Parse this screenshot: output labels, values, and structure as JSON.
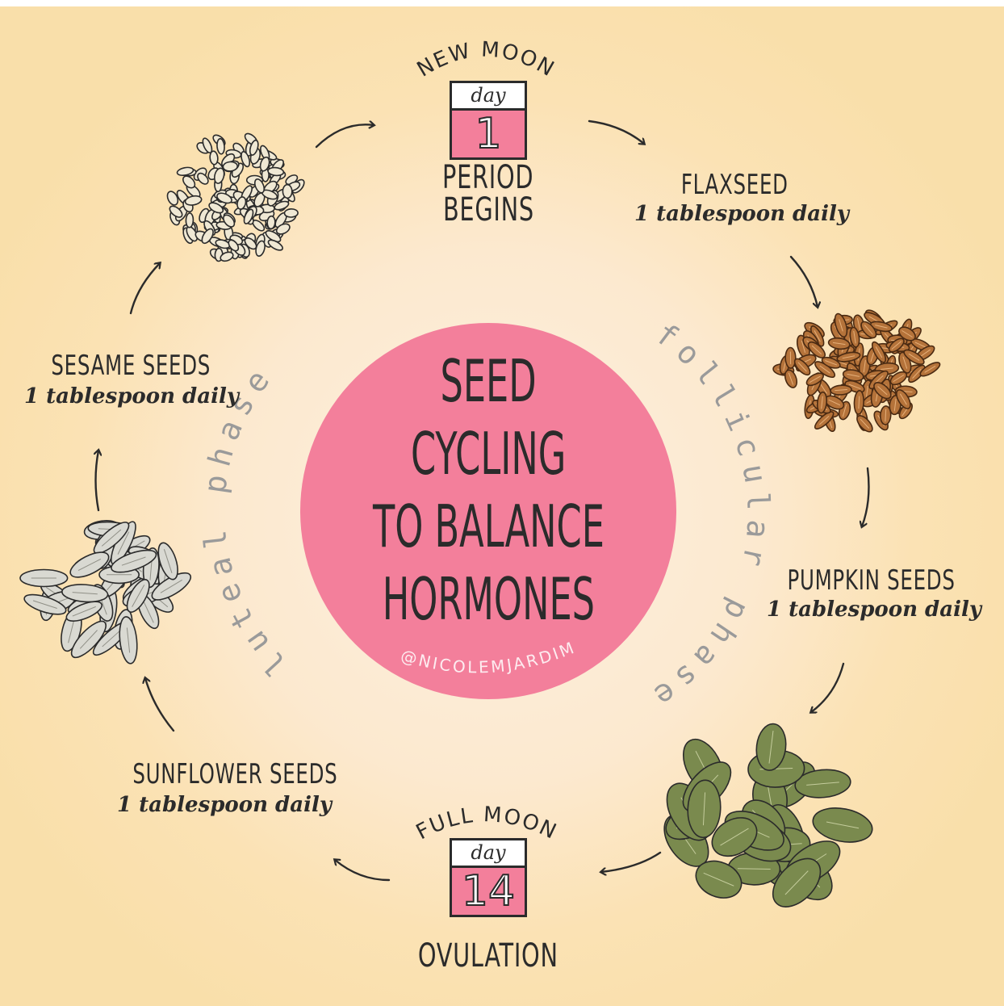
{
  "title_lines": [
    "SEED",
    "CYCLING",
    "TO BALANCE",
    "HORMONES"
  ],
  "watermark": "@NICOLEMJARDIM",
  "phases": {
    "follicular": "follicular phase",
    "luteal": "luteal phase"
  },
  "new_moon": {
    "arc_label": "NEW MOON",
    "calendar_word": "day",
    "calendar_number": "1",
    "caption_line1": "PERIOD",
    "caption_line2": "BEGINS"
  },
  "full_moon": {
    "arc_label": "FULL MOON",
    "calendar_word": "day",
    "calendar_number": "14",
    "caption": "OVULATION"
  },
  "seeds": [
    {
      "name": "FLAXSEED",
      "dose": "1 tablespoon daily",
      "icon": "flaxseed-pile-icon"
    },
    {
      "name": "PUMPKIN SEEDS",
      "dose": "1 tablespoon daily",
      "icon": "pumpkin-seed-pile-icon"
    },
    {
      "name": "SUNFLOWER SEEDS",
      "dose": "1 tablespoon daily",
      "icon": "sunflower-seed-pile-icon"
    },
    {
      "name": "SESAME SEEDS",
      "dose": "1 tablespoon daily",
      "icon": "sesame-seed-pile-icon"
    }
  ],
  "colors": {
    "background": "#fbe2b4",
    "circle": "#f37f9b",
    "text": "#2b2b2b",
    "phase_text": "#9a9a9a",
    "flax": "#b5733a",
    "pumpkin": "#7a8a4e",
    "sunflower": "#d9d9d2",
    "sesame": "#efe8d4"
  }
}
